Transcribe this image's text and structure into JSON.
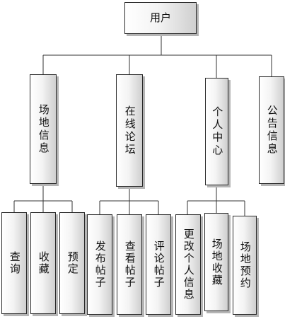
{
  "root": "用户",
  "modules": [
    {
      "name": "场地信息",
      "children": [
        "查询",
        "收藏",
        "预定"
      ]
    },
    {
      "name": "在线论坛",
      "children": [
        "发布帖子",
        "查看帖子",
        "评论帖子"
      ]
    },
    {
      "name": "个人中心",
      "children": [
        "更改个人信息",
        "场地收藏",
        "场地预约"
      ]
    },
    {
      "name": "公告信息",
      "children": []
    }
  ]
}
